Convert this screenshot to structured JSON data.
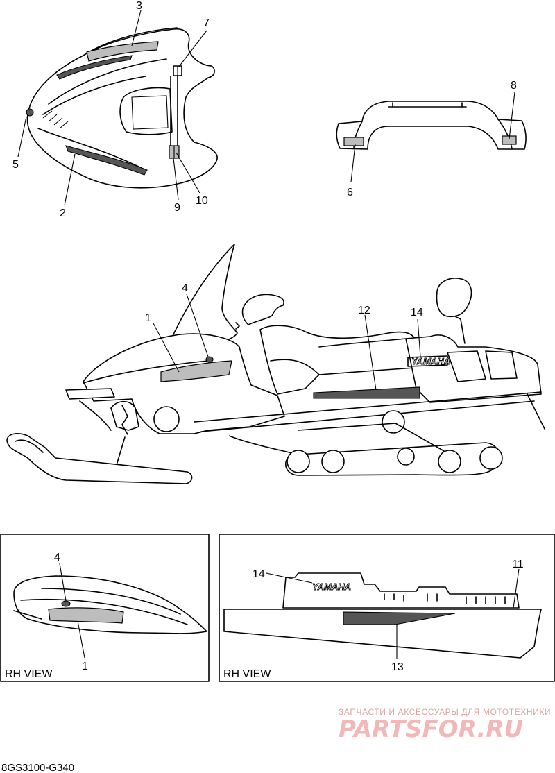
{
  "callouts": {
    "c1": "1",
    "c2": "2",
    "c3": "3",
    "c4": "4",
    "c5": "5",
    "c6": "6",
    "c7": "7",
    "c8": "8",
    "c9": "9",
    "c10": "10",
    "c12": "12",
    "c14": "14",
    "inset_left_4": "4",
    "inset_left_1": "1",
    "inset_right_14": "14",
    "inset_right_11": "11",
    "inset_right_13": "13"
  },
  "insets": {
    "left_label": "RH VIEW",
    "right_label": "RH VIEW"
  },
  "logos": {
    "main_logo": "YAMAHA",
    "inset_logo": "YAMAHA"
  },
  "part_code": "8GS3100-G340",
  "watermark": {
    "tagline": "ЗАПЧАСТИ И АКСЕССУАРЫ ДЛЯ МОТОТЕХНИКИ",
    "brand": "PARTSFOR.RU"
  },
  "colors": {
    "line": "#000000",
    "decal_fill": "#bdbdbd",
    "watermark": "#f2b8b8"
  }
}
